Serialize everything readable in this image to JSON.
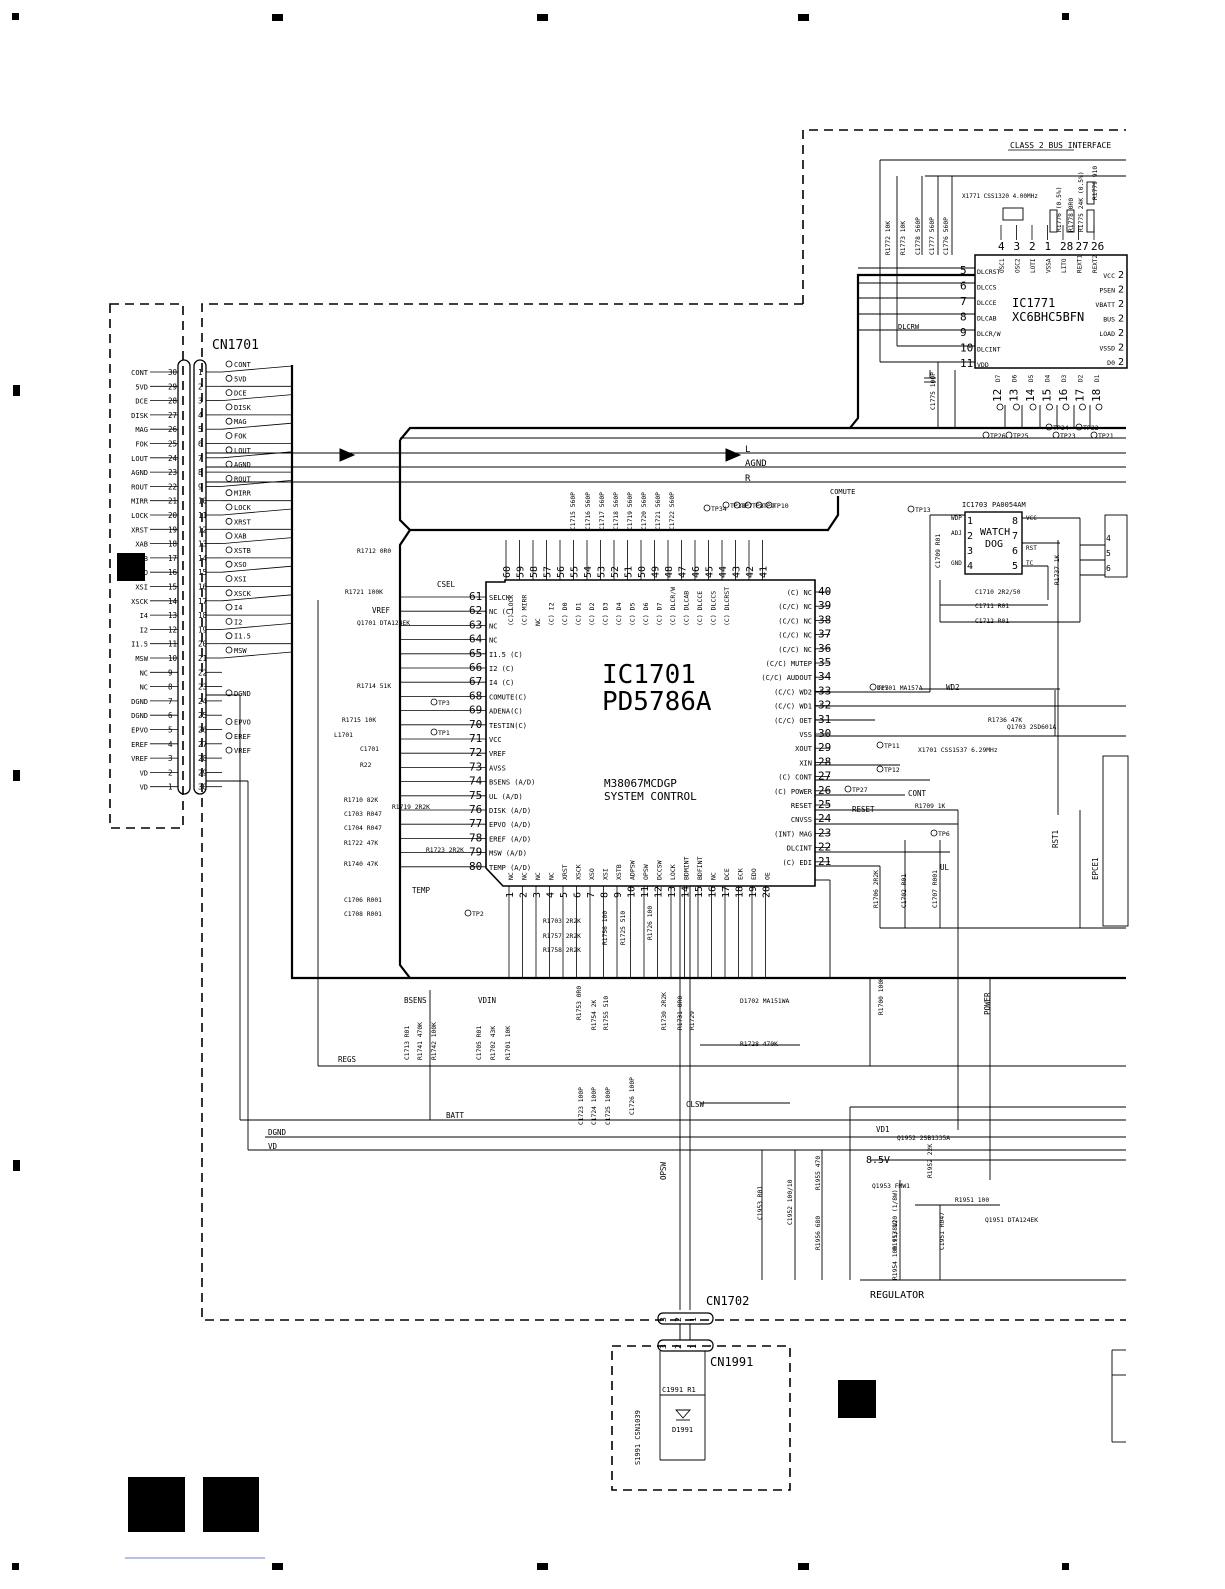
{
  "cn1701": {
    "name": "CN1701",
    "left_pins": [
      "30",
      "29",
      "28",
      "27",
      "26",
      "25",
      "24",
      "23",
      "22",
      "21",
      "20",
      "19",
      "18",
      "17",
      "16",
      "15",
      "14",
      "13",
      "12",
      "11",
      "10",
      "9",
      "8",
      "7",
      "6",
      "5",
      "4",
      "3",
      "2",
      "1"
    ],
    "left_signals": [
      "CONT",
      "5VD",
      "DCE",
      "DISK",
      "MAG",
      "FOK",
      "LOUT",
      "AGND",
      "ROUT",
      "MIRR",
      "LOCK",
      "XRST",
      "XAB",
      "XSTB",
      "XSO",
      "XSI",
      "XSCK",
      "I4",
      "I2",
      "I1.5",
      "MSW",
      "NC",
      "NC",
      "DGND",
      "DGND",
      "EPVO",
      "EREF",
      "VREF",
      "VD",
      "VD"
    ],
    "right_pins": [
      "1",
      "2",
      "3",
      "4",
      "5",
      "6",
      "7",
      "8",
      "9",
      "10",
      "11",
      "12",
      "13",
      "14",
      "15",
      "16",
      "17",
      "18",
      "19",
      "20",
      "21",
      "22",
      "23",
      "24",
      "25",
      "26",
      "27",
      "28",
      "29",
      "30"
    ],
    "right_signals": [
      "CONT",
      "5VD",
      "DCE",
      "DISK",
      "MAG",
      "FOK",
      "LOUT",
      "AGND",
      "ROUT",
      "MIRR",
      "LOCK",
      "XRST",
      "XAB",
      "XSTB",
      "XSO",
      "XSI",
      "XSCK",
      "I4",
      "I2",
      "I1.5",
      "MSW",
      "",
      "",
      "DGND",
      "",
      "EPVO",
      "EREF",
      "VREF",
      "",
      ""
    ]
  },
  "ic1701": {
    "ref": "IC1701",
    "part": "PD5786A",
    "model": "M38067MCDGP",
    "function": "SYSTEM CONTROL",
    "left_pins": [
      {
        "n": "61",
        "label": "SELCK"
      },
      {
        "n": "62",
        "label": "NC (C)"
      },
      {
        "n": "63",
        "label": "NC"
      },
      {
        "n": "64",
        "label": "NC"
      },
      {
        "n": "65",
        "label": "I1.5 (C)"
      },
      {
        "n": "66",
        "label": "I2 (C)"
      },
      {
        "n": "67",
        "label": "I4 (C)"
      },
      {
        "n": "68",
        "label": "COMUTE(C)"
      },
      {
        "n": "69",
        "label": "ADENA(C)"
      },
      {
        "n": "70",
        "label": "TESTIN(C)"
      },
      {
        "n": "71",
        "label": "VCC"
      },
      {
        "n": "72",
        "label": "VREF"
      },
      {
        "n": "73",
        "label": "AVSS"
      },
      {
        "n": "74",
        "label": "BSENS (A/D)"
      },
      {
        "n": "75",
        "label": "UL (A/D)"
      },
      {
        "n": "76",
        "label": "DISK (A/D)"
      },
      {
        "n": "77",
        "label": "EPVO (A/D)"
      },
      {
        "n": "78",
        "label": "EREF (A/D)"
      },
      {
        "n": "79",
        "label": "MSW (A/D)"
      },
      {
        "n": "80",
        "label": "TEMP (A/D)"
      }
    ],
    "right_pins": [
      {
        "n": "40",
        "label": "(C) NC"
      },
      {
        "n": "39",
        "label": "(C/C) NC"
      },
      {
        "n": "38",
        "label": "(C/C) NC"
      },
      {
        "n": "37",
        "label": "(C/C) NC"
      },
      {
        "n": "36",
        "label": "(C/C) NC"
      },
      {
        "n": "35",
        "label": "(C/C) MUTEP"
      },
      {
        "n": "34",
        "label": "(C/C) AUDOUT"
      },
      {
        "n": "33",
        "label": "(C/C) WD2"
      },
      {
        "n": "32",
        "label": "(C/C) WD1"
      },
      {
        "n": "31",
        "label": "(C/C) OET"
      },
      {
        "n": "30",
        "label": "VSS"
      },
      {
        "n": "29",
        "label": "XOUT"
      },
      {
        "n": "28",
        "label": "XIN"
      },
      {
        "n": "27",
        "label": "(C) CONT"
      },
      {
        "n": "26",
        "label": "(C) POWER"
      },
      {
        "n": "25",
        "label": "RESET"
      },
      {
        "n": "24",
        "label": "CNVSS"
      },
      {
        "n": "23",
        "label": "(INT) MAG"
      },
      {
        "n": "22",
        "label": "DLCINT"
      },
      {
        "n": "21",
        "label": "(C) EDI"
      }
    ],
    "top_pins": [
      "60",
      "59",
      "58",
      "57",
      "56",
      "55",
      "54",
      "53",
      "52",
      "51",
      "50",
      "49",
      "48",
      "47",
      "46",
      "45",
      "44",
      "43",
      "42",
      "41"
    ],
    "top_labels": [
      "(C) LOCK",
      "(C) MIRR",
      "NC",
      "(C) I2",
      "(C) D0",
      "(C) D1",
      "(C) D2",
      "(C) D3",
      "(C) D4",
      "(C) D5",
      "(C) D6",
      "(C) D7",
      "(C) DLCR/W",
      "(C) DLCAB",
      "(C) DLCCE",
      "(C) DLCCS",
      "(C) DLCRST",
      "",
      "",
      ""
    ],
    "bottom_pins": [
      "1",
      "2",
      "3",
      "4",
      "5",
      "6",
      "7",
      "8",
      "9",
      "10",
      "11",
      "12",
      "13",
      "14",
      "15",
      "16",
      "17",
      "18",
      "19",
      "20"
    ],
    "bottom_labels": [
      "NC",
      "NC",
      "NC",
      "NC",
      "XRST",
      "XSCK",
      "XSO",
      "XSI",
      "XSTB",
      "ADPSW",
      "OPSW",
      "DCCSW",
      "LOCK",
      "BDMINT",
      "BDFINT",
      "NC",
      "DCE",
      "ECK",
      "EDO",
      "OE"
    ]
  },
  "ic1771": {
    "ref": "IC1771",
    "part": "XC6BHC5BFN",
    "header": "CLASS 2 BUS INTERFACE",
    "left_pins": [
      {
        "n": "5",
        "label": "DLCRST"
      },
      {
        "n": "6",
        "label": "DLCCS"
      },
      {
        "n": "7",
        "label": "DLCCE"
      },
      {
        "n": "8",
        "label": "DLCAB"
      },
      {
        "n": "9",
        "label": "DLCR/W"
      },
      {
        "n": "10",
        "label": "DLCINT"
      },
      {
        "n": "11",
        "label": "VDD"
      }
    ],
    "right_labels": [
      "VCC",
      "PSEN",
      "VBATT",
      "BUS",
      "LOAD",
      "VSSD",
      "D0"
    ],
    "top_labels": [
      "OSC1",
      "OSC2",
      "LOTI",
      "VSSA",
      "LITO",
      "REXT1",
      "REXT2"
    ],
    "top_pins": [
      "4",
      "3",
      "2",
      "1",
      "28",
      "27",
      "26"
    ],
    "bottom_labels": [
      "D7",
      "D6",
      "D5",
      "D4",
      "D3",
      "D2",
      "D1"
    ],
    "bottom_pins": [
      "12",
      "13",
      "14",
      "15",
      "16",
      "17",
      "18"
    ],
    "crystal": "X1771 CSS1320 4.00MHz"
  },
  "ic1703": {
    "ref": "IC1703",
    "part": "PA0054AM",
    "title_top": "WATCH",
    "title_bottom": "DOG",
    "pins_left": [
      {
        "n": "1",
        "label": "WDP"
      },
      {
        "n": "2",
        "label": "ADJ"
      },
      {
        "n": "3",
        "label": ""
      },
      {
        "n": "4",
        "label": "GND"
      }
    ],
    "pins_right": [
      {
        "n": "8",
        "label": "VCC"
      },
      {
        "n": "7",
        "label": ""
      },
      {
        "n": "6",
        "label": "RST"
      },
      {
        "n": "5",
        "label": "TC"
      }
    ]
  },
  "components": [
    "R1712 0R0",
    "R1721 100K",
    "Q1701 DTA124EK",
    "R1714 51K",
    "R1715 10K",
    "L1701",
    "C1701",
    "R22",
    "R1710 82K",
    "C1703 R047",
    "C1704 R047",
    "R1722 47K",
    "R1740 47K",
    "R1719 2R2K",
    "R1723 2R2K",
    "C1706 R001",
    "C1708 R001",
    "R1703 2R2K",
    "R1757 2R2K",
    "R1758 2R2K",
    "R1725 510",
    "R1756 100",
    "R1726 100",
    "R1753 0R0",
    "R1754 2K",
    "R1755 510",
    "R1730 2R2K",
    "R1731 0R0",
    "R1729",
    "D1702 MA151WA",
    "R1728 470K",
    "C1713 R01",
    "R1741 470K",
    "R1742 100K",
    "C1705 R01",
    "R1702 43K",
    "R1701 10K",
    "C1723 100P",
    "C1724 100P",
    "C1725 100P",
    "C1726 100P",
    "R1700 100K",
    "D1701 MA157A",
    "R1736 47K",
    "Q1703 2SD601A",
    "X1701 CSS1537 6.29MHz",
    "R1709 1K",
    "R1706 2R2K",
    "C1702 R01",
    "C1707 R001",
    "C1709 R01",
    "C1710 2R2/50",
    "C1711 R01",
    "C1712 R01",
    "R1737 1K",
    "C1715 560P",
    "C1716 560P",
    "C1717 560P",
    "C1718 560P",
    "C1719 560P",
    "C1720 560P",
    "C1721 560P",
    "C1722 560P",
    "R1772 10K",
    "R1773 10K",
    "C1778 560P",
    "C1777 560P",
    "C1776 560P",
    "R1776 (0.5%)",
    "R1778 0R0",
    "R1779 910",
    "R1775 24K (0.5%)",
    "C1775 100P",
    "Q1952 2SB1335A",
    "R1952 22K",
    "Q1953 FMW1",
    "R1951 100",
    "Q1951 DTA124EK",
    "R1955 470",
    "R1956 680",
    "R1953 120 (1/8W)",
    "R1954 100 (1/8W)",
    "C1951 R047",
    "C1953 R01",
    "C1952 100/10"
  ],
  "nets": {
    "L": "L",
    "AGND": "AGND",
    "R": "R",
    "COMUTE": "COMUTE",
    "CSEL": "CSEL",
    "VREF": "VREF",
    "REGS": "REGS",
    "BATT": "BATT",
    "DGND": "DGND",
    "VD": "VD",
    "CLSW": "CLSW",
    "OPSW": "OPSW",
    "BSENS": "BSENS",
    "VDIN": "VDIN",
    "DLCRW": "DLCRW",
    "RESET": "RESET",
    "WD2": "WD2",
    "VD1": "VD1",
    "POWER": "POWER",
    "UL": "UL",
    "TEMP": "TEMP",
    "CONT": "CONT",
    "RST1": "RST1",
    "EPCE1": "EPCE1"
  },
  "test_points": [
    "TP1",
    "TP2",
    "TP3",
    "TP5",
    "TP6",
    "TP13",
    "TP21",
    "TP22",
    "TP23",
    "TP24",
    "TP25",
    "TP26",
    "TP27",
    "TP34",
    "TP38",
    "TP7",
    "TP8",
    "TP9",
    "TP10",
    "TP11",
    "TP12"
  ],
  "cn1702": {
    "name": "CN1702",
    "pins": [
      "3",
      "2",
      "1"
    ]
  },
  "cn1991": {
    "name": "CN1991",
    "pins": [
      "3",
      "2",
      "1"
    ],
    "parts": [
      "C1991 R1",
      "D1991",
      "S1991 CSN1039"
    ]
  },
  "regulator": {
    "label": "REGULATOR",
    "voltage": "8.5V"
  },
  "grid_markers": {
    "top": [
      "■",
      "■",
      "■",
      "■",
      "■"
    ],
    "bottom": [
      "■",
      "■",
      "■",
      "■",
      "■"
    ],
    "left": [
      "■",
      "■",
      "■"
    ]
  }
}
